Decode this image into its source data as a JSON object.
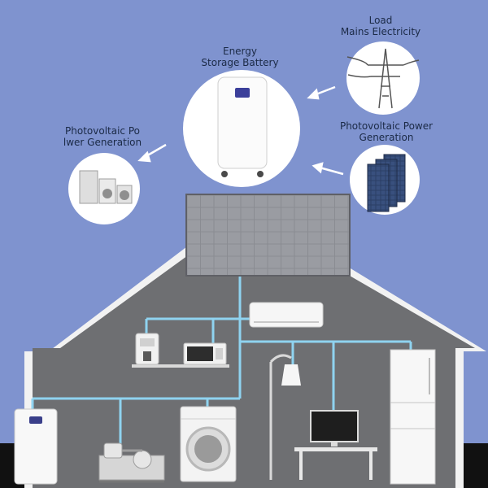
{
  "labels": {
    "load": "Load\nMains Electricity",
    "battery": "Energy\nStorage Battery",
    "pv_left": "Photovoltaic Po\nlwer Generation",
    "pv_right": "Photovoltaic Power\nGeneration"
  },
  "colors": {
    "background": "#7f93cf",
    "house_outer": "#f2f2f2",
    "house_inner": "#6e6f72",
    "wire": "#8fd3f0",
    "solar_panel": "#7b7d84",
    "ground": "#111111"
  }
}
